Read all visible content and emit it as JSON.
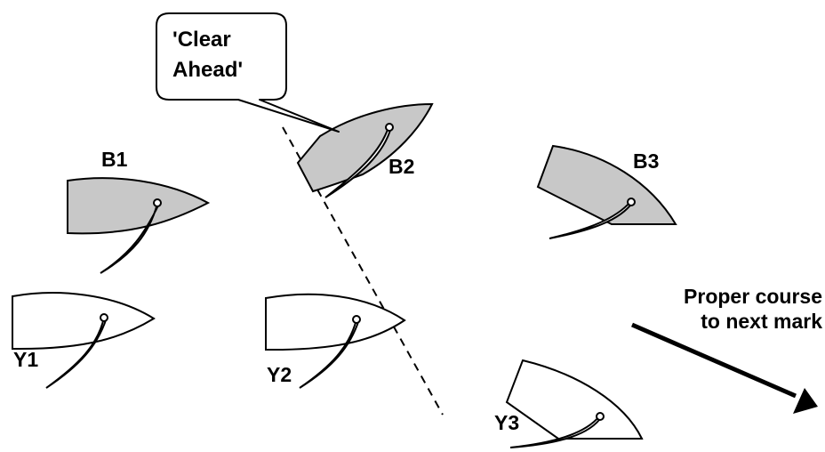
{
  "callout": {
    "line1": "'Clear",
    "line2": "Ahead'"
  },
  "boats": {
    "b1": {
      "label": "B1"
    },
    "b2": {
      "label": "B2"
    },
    "b3": {
      "label": "B3"
    },
    "y1": {
      "label": "Y1"
    },
    "y2": {
      "label": "Y2"
    },
    "y3": {
      "label": "Y3"
    }
  },
  "course": {
    "line1": "Proper course",
    "line2": "to next mark"
  },
  "colors": {
    "blue_hull": "#c8c8c8",
    "yellow_hull": "#ffffff",
    "ink": "#000000"
  }
}
